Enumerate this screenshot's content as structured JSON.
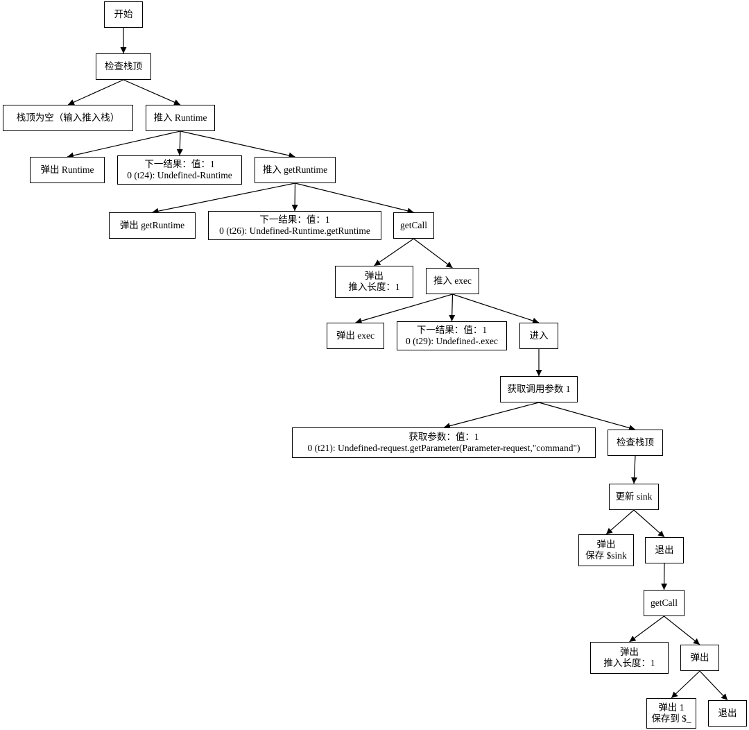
{
  "diagram": {
    "colors": {
      "stroke": "#000000",
      "fill": "#ffffff",
      "text": "#000000"
    },
    "nodes": {
      "start": {
        "lines": [
          "开始"
        ]
      },
      "check_top_1": {
        "lines": [
          "检查栈顶"
        ]
      },
      "stack_empty": {
        "lines": [
          "栈顶为空（输入推入栈）"
        ]
      },
      "push_runtime": {
        "lines": [
          "推入 Runtime"
        ]
      },
      "pop_runtime": {
        "lines": [
          "弹出 Runtime"
        ]
      },
      "next_result_1": {
        "lines": [
          "下一结果：值：1",
          "0 (t24): Undefined-Runtime"
        ]
      },
      "push_getruntime": {
        "lines": [
          "推入 getRuntime"
        ]
      },
      "pop_getruntime": {
        "lines": [
          "弹出 getRuntime"
        ]
      },
      "next_result_2": {
        "lines": [
          "下一结果：值：1",
          "0 (t26): Undefined-Runtime.getRuntime"
        ]
      },
      "getcall_1": {
        "lines": [
          "getCall"
        ]
      },
      "pop_push_len_1": {
        "lines": [
          "弹出",
          "推入长度：1"
        ]
      },
      "push_exec": {
        "lines": [
          "推入 exec"
        ]
      },
      "pop_exec": {
        "lines": [
          "弹出 exec"
        ]
      },
      "next_result_3": {
        "lines": [
          "下一结果：值：1",
          "0 (t29): Undefined-.exec"
        ]
      },
      "enter": {
        "lines": [
          "进入"
        ]
      },
      "get_call_params": {
        "lines": [
          "获取调用参数 1"
        ]
      },
      "get_param": {
        "lines": [
          "获取参数：值：1",
          "0 (t21): Undefined-request.getParameter(Parameter-request,\"command\")"
        ]
      },
      "check_top_2": {
        "lines": [
          "检查栈顶"
        ]
      },
      "update_sink": {
        "lines": [
          "更新 sink"
        ]
      },
      "pop_save_sink": {
        "lines": [
          "弹出",
          "保存 $sink"
        ]
      },
      "exit_1": {
        "lines": [
          "退出"
        ]
      },
      "getcall_2": {
        "lines": [
          "getCall"
        ]
      },
      "pop_push_len_2": {
        "lines": [
          "弹出",
          "推入长度：1"
        ]
      },
      "pop_2": {
        "lines": [
          "弹出"
        ]
      },
      "pop1_save": {
        "lines": [
          "弹出 1",
          "保存到 $_"
        ]
      },
      "exit_2": {
        "lines": [
          "退出"
        ]
      }
    },
    "edges": [
      [
        "start",
        "check_top_1"
      ],
      [
        "check_top_1",
        "stack_empty"
      ],
      [
        "check_top_1",
        "push_runtime"
      ],
      [
        "push_runtime",
        "pop_runtime"
      ],
      [
        "push_runtime",
        "next_result_1"
      ],
      [
        "push_runtime",
        "push_getruntime"
      ],
      [
        "push_getruntime",
        "pop_getruntime"
      ],
      [
        "push_getruntime",
        "next_result_2"
      ],
      [
        "push_getruntime",
        "getcall_1"
      ],
      [
        "getcall_1",
        "pop_push_len_1"
      ],
      [
        "getcall_1",
        "push_exec"
      ],
      [
        "push_exec",
        "pop_exec"
      ],
      [
        "push_exec",
        "next_result_3"
      ],
      [
        "push_exec",
        "enter"
      ],
      [
        "enter",
        "get_call_params"
      ],
      [
        "get_call_params",
        "get_param"
      ],
      [
        "get_call_params",
        "check_top_2"
      ],
      [
        "check_top_2",
        "update_sink"
      ],
      [
        "update_sink",
        "pop_save_sink"
      ],
      [
        "update_sink",
        "exit_1"
      ],
      [
        "exit_1",
        "getcall_2"
      ],
      [
        "getcall_2",
        "pop_push_len_2"
      ],
      [
        "getcall_2",
        "pop_2"
      ],
      [
        "pop_2",
        "pop1_save"
      ],
      [
        "pop_2",
        "exit_2"
      ]
    ]
  }
}
